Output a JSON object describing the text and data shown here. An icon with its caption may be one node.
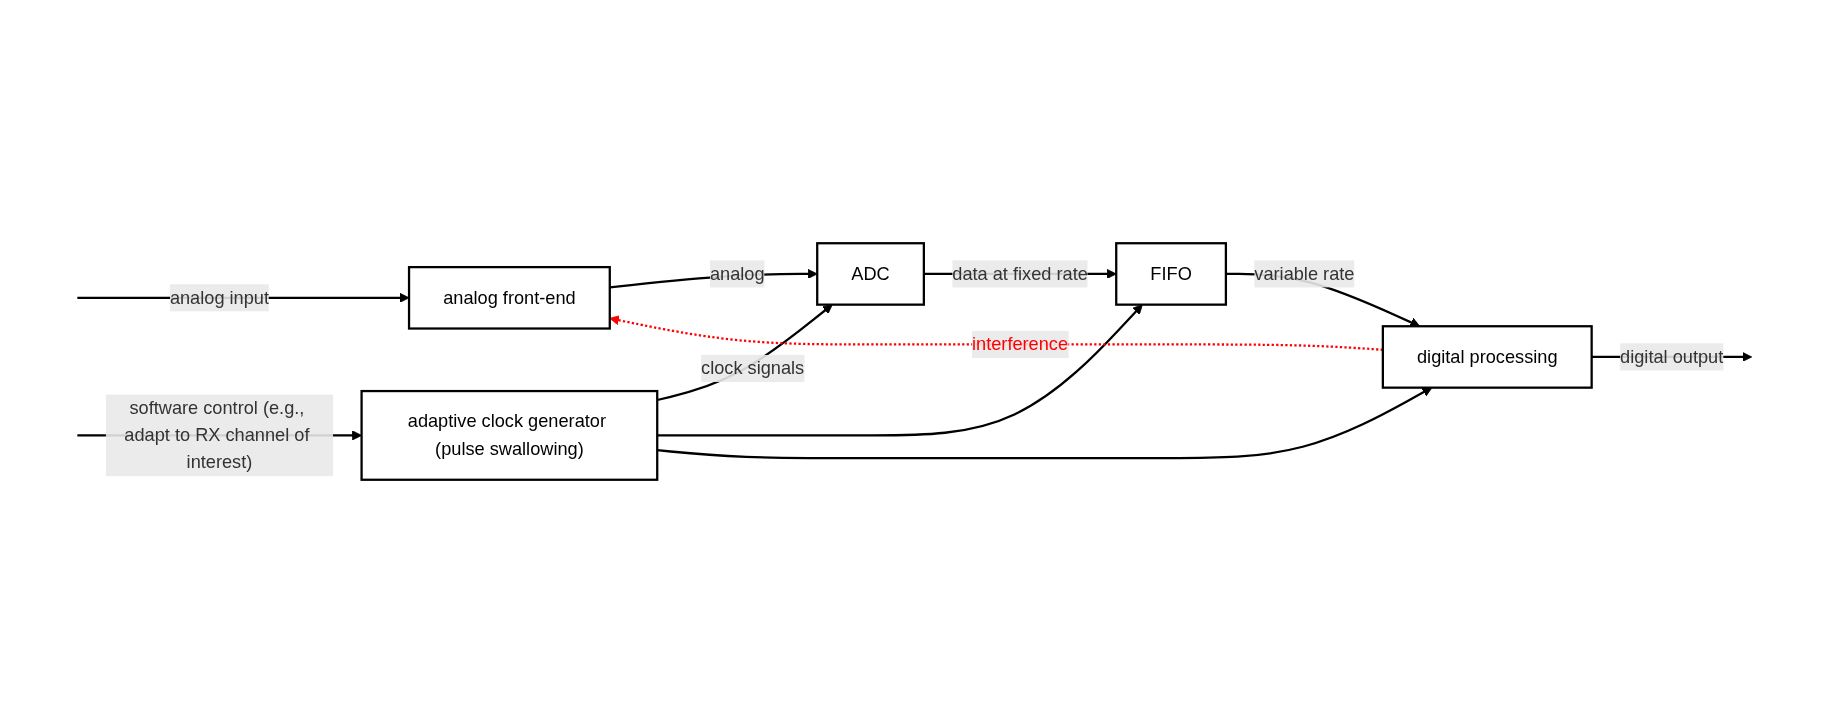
{
  "diagram": {
    "nodes": [
      {
        "text": [
          "analog front-end"
        ]
      },
      {
        "text": [
          "ADC"
        ]
      },
      {
        "text": [
          "FIFO"
        ]
      },
      {
        "text": [
          "digital processing"
        ]
      },
      {
        "text": [
          "adaptive clock generator (pulse swallowing)"
        ]
      }
    ],
    "edges": [
      {
        "from": null,
        "to": 0,
        "arrow": "to",
        "label": "analog input"
      },
      {
        "from": 0,
        "to": 1,
        "arrow": "to",
        "label": "analog"
      },
      {
        "from": 1,
        "to": 2,
        "arrow": "to",
        "label": "data at fixed rate"
      },
      {
        "from": 2,
        "to": 3,
        "arrow": "to",
        "label": "variable rate"
      },
      {
        "from": 3,
        "to": null,
        "arrow": "to",
        "label": "digital output"
      },
      {
        "from": 4,
        "to": 1,
        "arrow": "to",
        "label": "clock signals"
      },
      {
        "from": 4,
        "to": 2,
        "arrow": "to"
      },
      {
        "from": 4,
        "to": 3,
        "arrow": "to"
      },
      {
        "from": null,
        "to": 4,
        "arrow": "to",
        "label": "software control (e.g., adapt to RX channel of interest)"
      },
      {
        "from": 3,
        "to": 0,
        "arrow": "to",
        "label": "interference",
        "style": "dashed",
        "color": "#ff0000"
      }
    ]
  }
}
